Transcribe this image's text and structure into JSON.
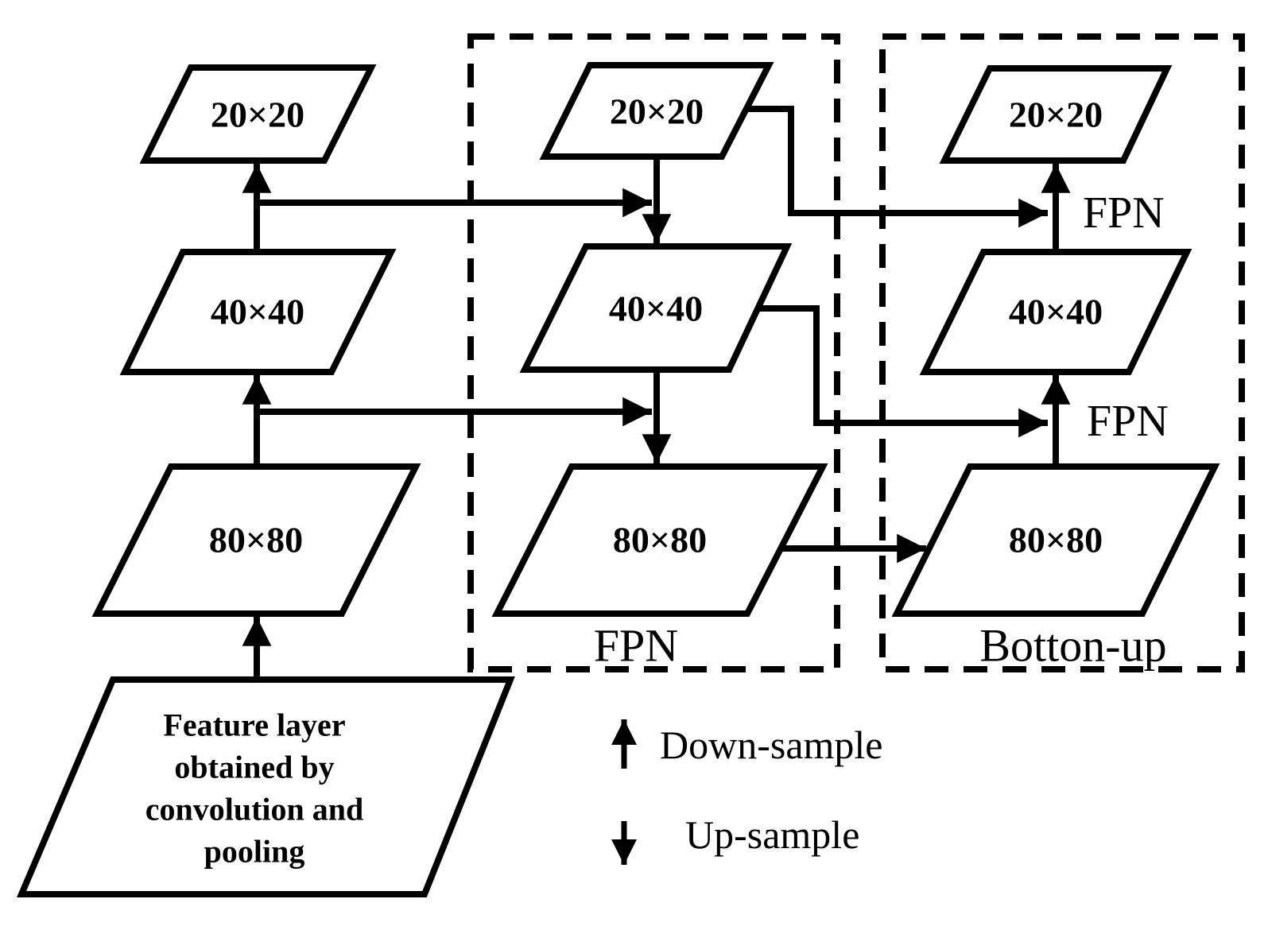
{
  "diagram": {
    "colors": {
      "ink": "#000000",
      "background": "#ffffff"
    },
    "columns": {
      "backbone": {
        "p20": "20×20",
        "p40": "40×40",
        "p80": "80×80",
        "feature": [
          "Feature layer",
          "obtained by",
          "convolution and",
          "pooling"
        ]
      },
      "fpn": {
        "label": "FPN",
        "p20": "20×20",
        "p40": "40×40",
        "p80": "80×80"
      },
      "bottom_up": {
        "label": "Botton-up",
        "p20": "20×20",
        "p40": "40×40",
        "p80": "80×80",
        "arrow_label_top": "FPN",
        "arrow_label_mid": "FPN"
      }
    },
    "legend": {
      "down_sample": {
        "icon": "up-arrow",
        "label": "Down-sample"
      },
      "up_sample": {
        "icon": "down-arrow",
        "label": "Up-sample"
      }
    }
  }
}
